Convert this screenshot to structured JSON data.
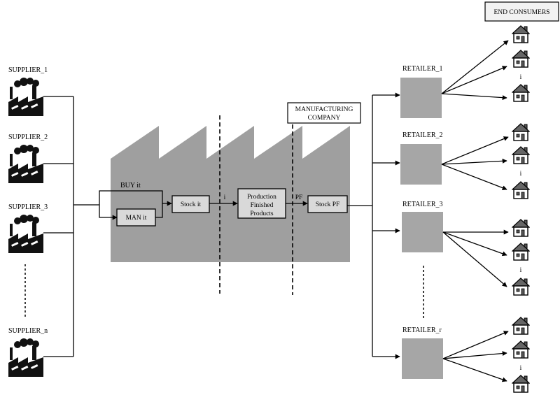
{
  "suppliers": [
    "SUPPLIER_1",
    "SUPPLIER_2",
    "SUPPLIER_3",
    "SUPPLIER_n"
  ],
  "retailers": [
    "RETAILER_1",
    "RETAILER_2",
    "RETAILER_3",
    "RETAILER_r"
  ],
  "end_consumers_label": "END CONSUMERS",
  "company_label_lines": [
    "MANUFACTURING",
    "COMPANY"
  ],
  "flow": {
    "buy_label": "BUY it",
    "man_label": "MAN it",
    "stock_label": "Stock it",
    "i_label": "i",
    "production_lines": [
      "Production",
      "Finished",
      "Products"
    ],
    "pf_label": "PF",
    "stock_pf_label": "Stock PF"
  },
  "consumer_gap_label": "i",
  "colors": {
    "factory_fill": "#9f9f9f",
    "box_fill": "#d9d9d9",
    "retailer_fill": "#a6a6a6",
    "line": "#000000"
  },
  "icons": {
    "supplier": "factory-icon",
    "consumer": "house-icon"
  }
}
